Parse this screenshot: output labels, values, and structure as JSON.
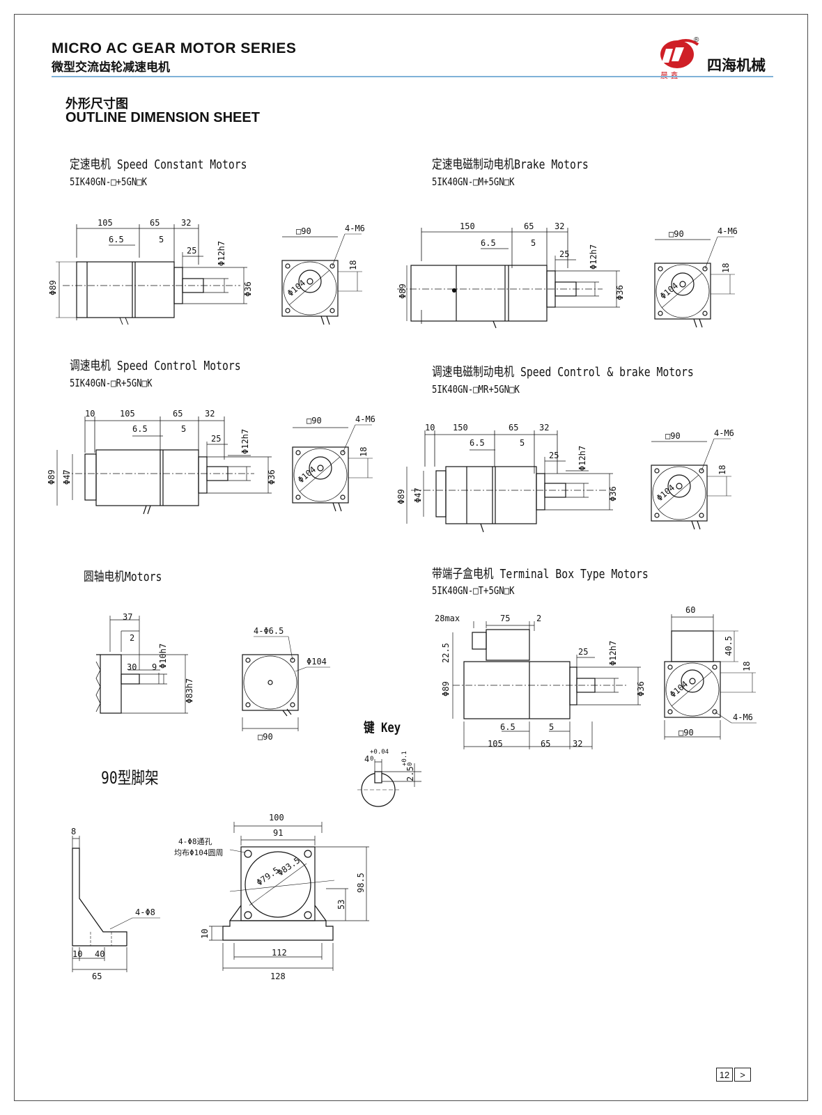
{
  "header": {
    "series_en": "MICRO AC GEAR MOTOR SERIES",
    "series_cn": "微型交流齿轮减速电机",
    "brand": "四海机械",
    "logo_letters": "晨 鑫",
    "registered_mark": "®"
  },
  "section": {
    "title_cn": "外形尺寸图",
    "title_en": "OUTLINE DIMENSION SHEET"
  },
  "drawings": {
    "speed_constant": {
      "title": "定速电机 Speed Constant Motors",
      "model": "5IK40GN-□+5GN□K"
    },
    "brake": {
      "title": "定速电磁制动电机Brake Motors",
      "model": "5IK40GN-□M+5GN□K"
    },
    "speed_control": {
      "title": "调速电机 Speed Control Motors",
      "model": "5IK40GN-□R+5GN□K"
    },
    "speed_control_brake": {
      "title": "调速电磁制动电机 Speed Control & brake Motors",
      "model": "5IK40GN-□MR+5GN□K"
    },
    "round_shaft": {
      "title": "圆轴电机Motors"
    },
    "terminal_box": {
      "title": "带端子盒电机 Terminal Box Type Motors",
      "model": "5IK40GN-□T+5GN□K"
    },
    "key": {
      "title": "键 Key"
    },
    "bracket": {
      "title": "90型脚架"
    }
  },
  "dims": {
    "d105": "105",
    "d150": "150",
    "d65": "65",
    "d32": "32",
    "d6_5": "6.5",
    "d5": "5",
    "d25": "25",
    "d10": "10",
    "d12h7": "Φ12h7",
    "d36": "Φ36",
    "d89": "Φ89",
    "d47": "Φ47",
    "d104": "Φ104",
    "sq90": "□90",
    "m6": "4-M6",
    "d18": "18",
    "d37": "37",
    "d2": "2",
    "d30": "30",
    "d9": "9",
    "d10h7": "Φ10h7",
    "d83h7": "Φ83h7",
    "d6_5holes": "4-Φ6.5",
    "d28max": "28max",
    "d75": "75",
    "d22_5": "22.5",
    "d60": "60",
    "d40_5": "40.5",
    "key_w": "4",
    "key_tol": "+0.04",
    "key_tol0": "0",
    "key_d": "2.5",
    "key_dtol": "+0.1",
    "key_dtol0": "0",
    "b8": "8",
    "b4d8": "4-Φ8",
    "b10": "10",
    "b40": "40",
    "b65": "65",
    "b100": "100",
    "b91": "91",
    "bholes": "4-Φ8通孔",
    "bpcd": "均布Φ104圆周",
    "b79_5": "Φ79.5",
    "b83_5": "Φ83.5",
    "b98_5": "98.5",
    "b53": "53",
    "b112": "112",
    "b128": "128"
  },
  "pager": {
    "page": "12",
    "next": ">"
  }
}
